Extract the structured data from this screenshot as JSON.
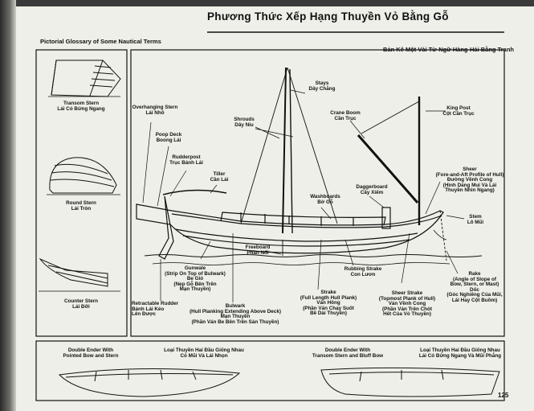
{
  "page": {
    "title": "Phương Thức Xếp Hạng Thuyền Vỏ Bằng Gỗ",
    "glossary_heading": "Pictorial Glossary of Some Nautical Terms",
    "subtitle": "Bản Kê Một Vài Từ-Ngữ Hàng-Hải Bằng Tranh",
    "page_number": "125"
  },
  "sidebar": {
    "transom_stern": {
      "en": "Transom Stern",
      "vi": "Lái Có Bửng Ngang"
    },
    "round_stern": {
      "en": "Round Stern",
      "vi": "Lái Tròn"
    },
    "counter_stern": {
      "en": "Counter Stern",
      "vi": "Lái Đỡi"
    }
  },
  "labels": {
    "stays": {
      "en": "Stays",
      "vi": "Dây Chằng"
    },
    "shrouds": {
      "en": "Shrouds",
      "vi": "Dây Níu"
    },
    "crane_boom": {
      "en": "Crane Boom",
      "vi": "Cần Trục"
    },
    "king_post": {
      "en": "King Post",
      "vi": "Cột Cần Trục"
    },
    "overhanging_stern": {
      "en": "Overhanging Stern",
      "vi": "Lái Nhô"
    },
    "poop_deck": {
      "en": "Poop Deck",
      "vi": "Boong Lái"
    },
    "rudderpost": {
      "en": "Rudderpost",
      "vi": "Trục Bánh Lái"
    },
    "tiller": {
      "en": "Tiller",
      "vi": "Cần Lái"
    },
    "sheer": {
      "en": "Sheer",
      "en2": "(Fore-and-Aft Profile of Hull)",
      "vi": "Đường Vềnh Cong",
      "vi2": "(Hình Dáng Mui Và Lái",
      "vi3": "Thuyền Nhìn Ngang)"
    },
    "daggerboard": {
      "en": "Daggerboard",
      "vi": "Cây Xiếm"
    },
    "washboards": {
      "en": "Washboards",
      "vi": "Bờ Gỗ"
    },
    "stem": {
      "en": "Stem",
      "vi": "Lô Mũi"
    },
    "freeboard": {
      "en": "Freeboard",
      "vi": "Phần Nổi"
    },
    "rubbing_strake": {
      "en": "Rubbing Strake",
      "vi": "Con Lươn"
    },
    "rake": {
      "en": "Rake",
      "en2": "(Angle of Slope of",
      "en3": "Bow, Stern, or Mast)",
      "vi": "Dốc",
      "vi2": "(Góc Nghiêng Của Mũi,",
      "vi3": "Lái Hay Cột Buồm)"
    },
    "gunwale": {
      "en": "Gunwale",
      "en2": "(Strip On Top of Bulwark)",
      "vi": "Be Gió",
      "vi2": "(Nẹp Gỗ Bên Trên",
      "vi3": "Mạn Thuyền)"
    },
    "retractable_rudder": {
      "en": "Retractable Rudder",
      "vi": "Bánh Lái Kéo",
      "vi2": "Lên Được"
    },
    "bulwark": {
      "en": "Bulwark",
      "en2": "(Hull Planking Extending Above Deck)",
      "vi": "Mạn Thuyền",
      "vi2": "(Phần Ván Be Bên Trên Sàn Thuyền)"
    },
    "strake": {
      "en": "Strake",
      "en2": "(Full Length Hull Plank)",
      "vi": "Ván Hông",
      "vi2": "(Phần Ván Chạy Suốt",
      "vi3": "Bề Dài Thuyền)"
    },
    "sheer_strake": {
      "en": "Sheer Strake",
      "en2": "(Topmost Plank of Hull)",
      "vi": "Ván Vềnh Cong",
      "vi2": "(Phần Ván Trên Chót",
      "vi3": "Hết Của Vỏ Thuyền)"
    }
  },
  "bottom": {
    "double_ender_pointed": {
      "en": "Double Ender With",
      "en2": "Pointed Bow and Stern",
      "vi": "Loại Thuyền Hai Đầu Giống Nhau",
      "vi2": "Có Mũi Và Lái Nhọn"
    },
    "double_ender_transom": {
      "en": "Double Ender With",
      "en2": "Transom Stern and Bluff Bow",
      "vi": "Loại Thuyền Hai Đầu Giống Nhau",
      "vi2": "Lái Có Bửng Ngang Và Mũi Phẳng"
    }
  }
}
